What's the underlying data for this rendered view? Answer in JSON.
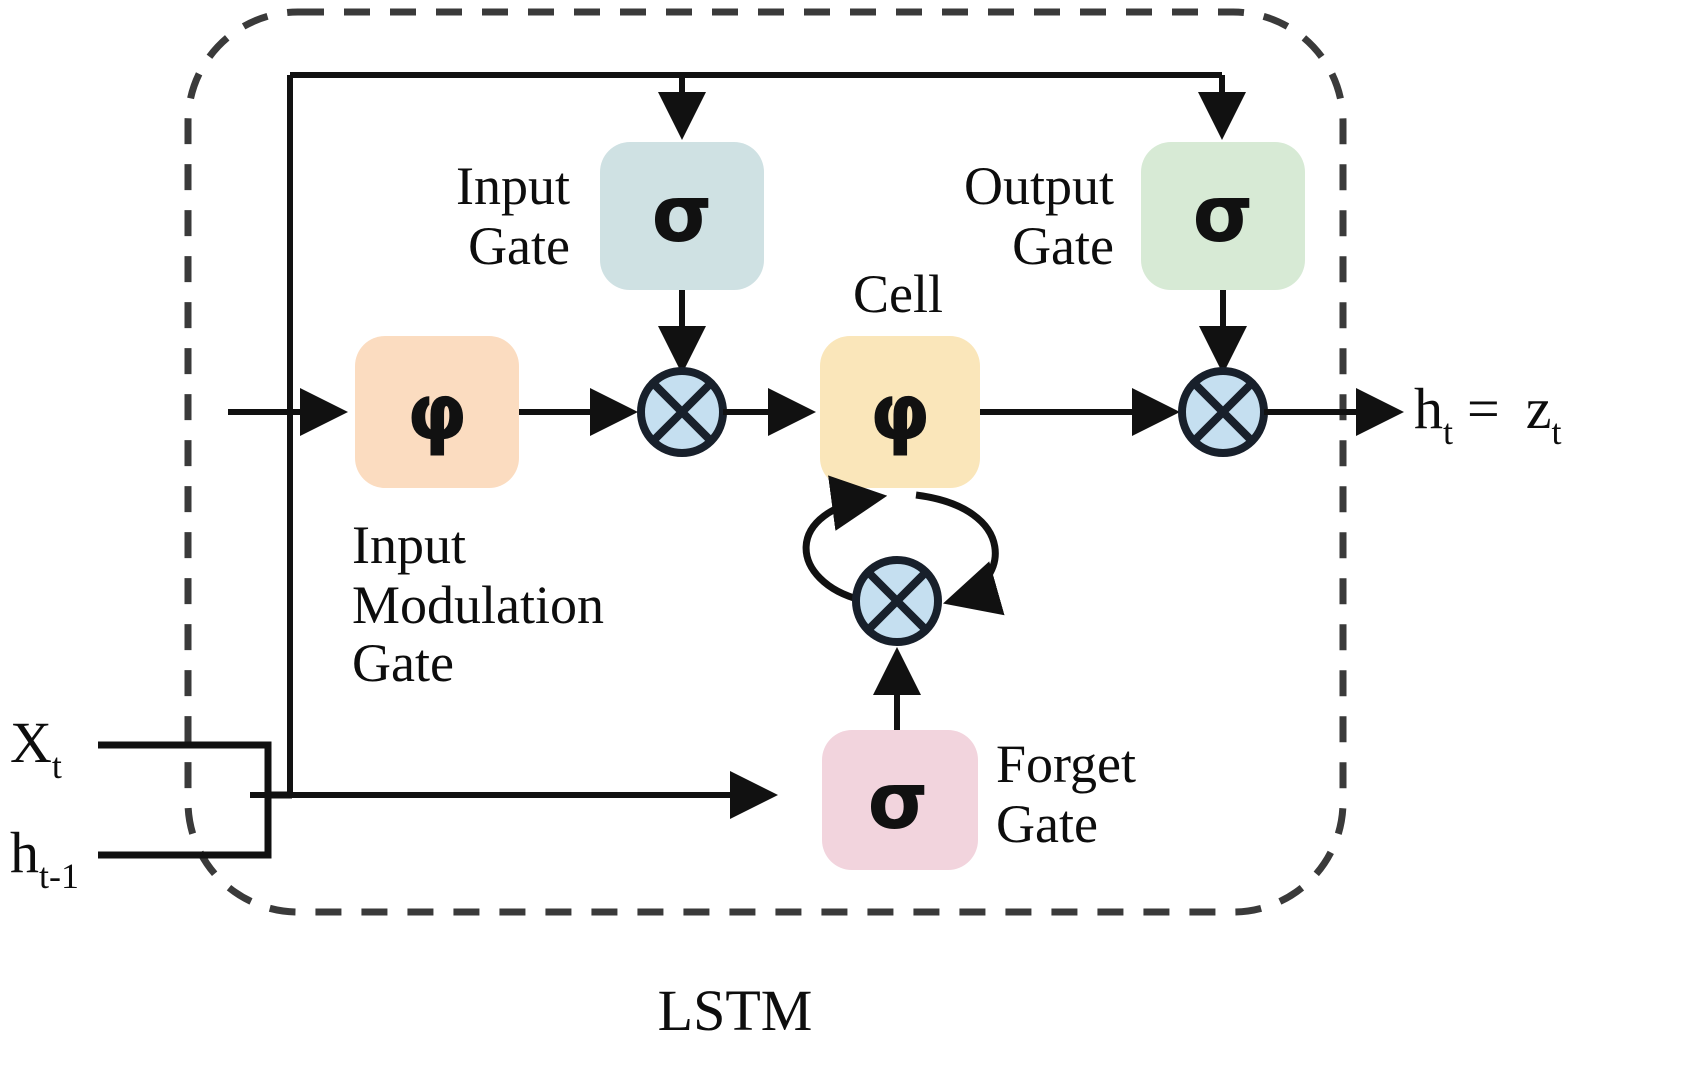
{
  "figure": {
    "caption": "LSTM",
    "boundary_style": "dashed-rounded"
  },
  "inputs": {
    "x_main": "X",
    "x_sub": "t",
    "h_main": "h",
    "h_sub": "t-1"
  },
  "output": {
    "h_main": "h",
    "h_sub": "t",
    "equals": "=",
    "z_main": "z",
    "z_sub": "t"
  },
  "gates": [
    {
      "id": "input-gate",
      "label_line1": "Input",
      "label_line2": "Gate",
      "glyph": "σ",
      "color": "#cfe1e3"
    },
    {
      "id": "output-gate",
      "label_line1": "Output",
      "label_line2": "Gate",
      "glyph": "σ",
      "color": "#d7ead5"
    },
    {
      "id": "input-modulation-gate",
      "label_line1": "Input",
      "label_line2": "Modulation",
      "label_line3": "Gate",
      "glyph": "φ",
      "color": "#fbdcc0"
    },
    {
      "id": "cell",
      "label_line1": "Cell",
      "glyph": "φ",
      "color": "#fae6ba"
    },
    {
      "id": "forget-gate",
      "label_line1": "Forget",
      "label_line2": "Gate",
      "glyph": "σ",
      "color": "#f2d4dd"
    }
  ],
  "operators": {
    "multiply_symbol": "⊗",
    "node_fill": "#c5dff0",
    "node_stroke": "#18202b",
    "count": 3
  },
  "colors": {
    "line": "#111111",
    "dashed_border": "#3a3a3a",
    "background": "#ffffff",
    "text": "#0d0d0d"
  }
}
